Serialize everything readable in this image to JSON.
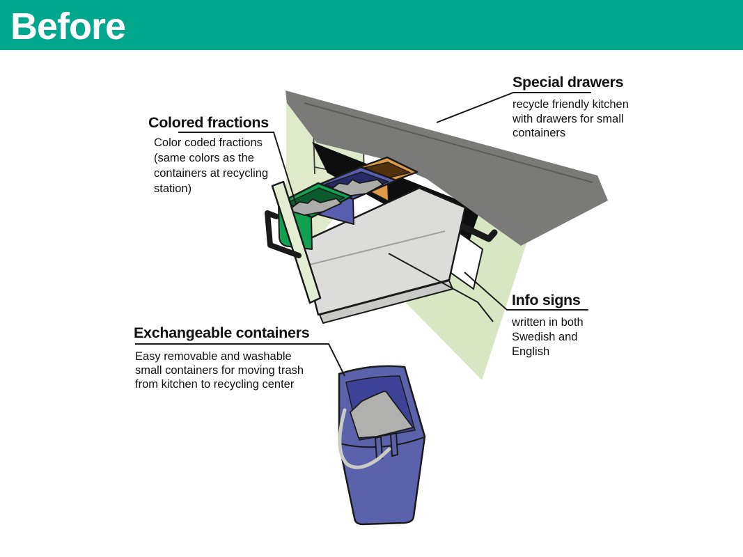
{
  "header": {
    "title": "Before"
  },
  "colors": {
    "header_bar": "#00a78c",
    "text": "#111111",
    "outline": "#1a1a1a",
    "counter": "#7a7a78",
    "counter_crease": "#5c5c5a",
    "cabinet": "#dfe9cc",
    "cabinet_right": "#d9e6c4",
    "drawer_front": "#e3edd3",
    "slot": "#0d0d0d",
    "drawer_box": "#dcdcda",
    "drawer_rail": "#c9c9c7",
    "green_bin": "#12a151",
    "green_bin_inner": "#0b5b2e",
    "blue_bin": "#585ead",
    "blue_bin_inner": "#262a66",
    "orange_bin": "#de9a44",
    "orange_bin_inner": "#53310d",
    "trash": "#acacaa",
    "sign": "#ffffff",
    "big_bin_body": "#5c61ab",
    "big_bin_inner": "#3e4296",
    "big_bin_trash": "#b0b0ae",
    "big_bin_handle": "#c9cbc7"
  },
  "annotations": {
    "special_drawers": {
      "heading": "Special drawers",
      "lines": [
        "recycle friendly kitchen",
        "with drawers for small",
        "containers"
      ]
    },
    "colored_fractions": {
      "heading": "Colored fractions",
      "lines": [
        "Color coded fractions",
        "(same colors as the",
        "containers at recycling",
        "station)"
      ]
    },
    "info_signs": {
      "heading": "Info signs",
      "lines": [
        "written in both",
        "Swedish and",
        "English"
      ]
    },
    "exchangeable_containers": {
      "heading": "Exchangeable containers",
      "lines": [
        "Easy removable and washable",
        "small containers for moving trash",
        "from kitchen to recycling center"
      ]
    }
  }
}
